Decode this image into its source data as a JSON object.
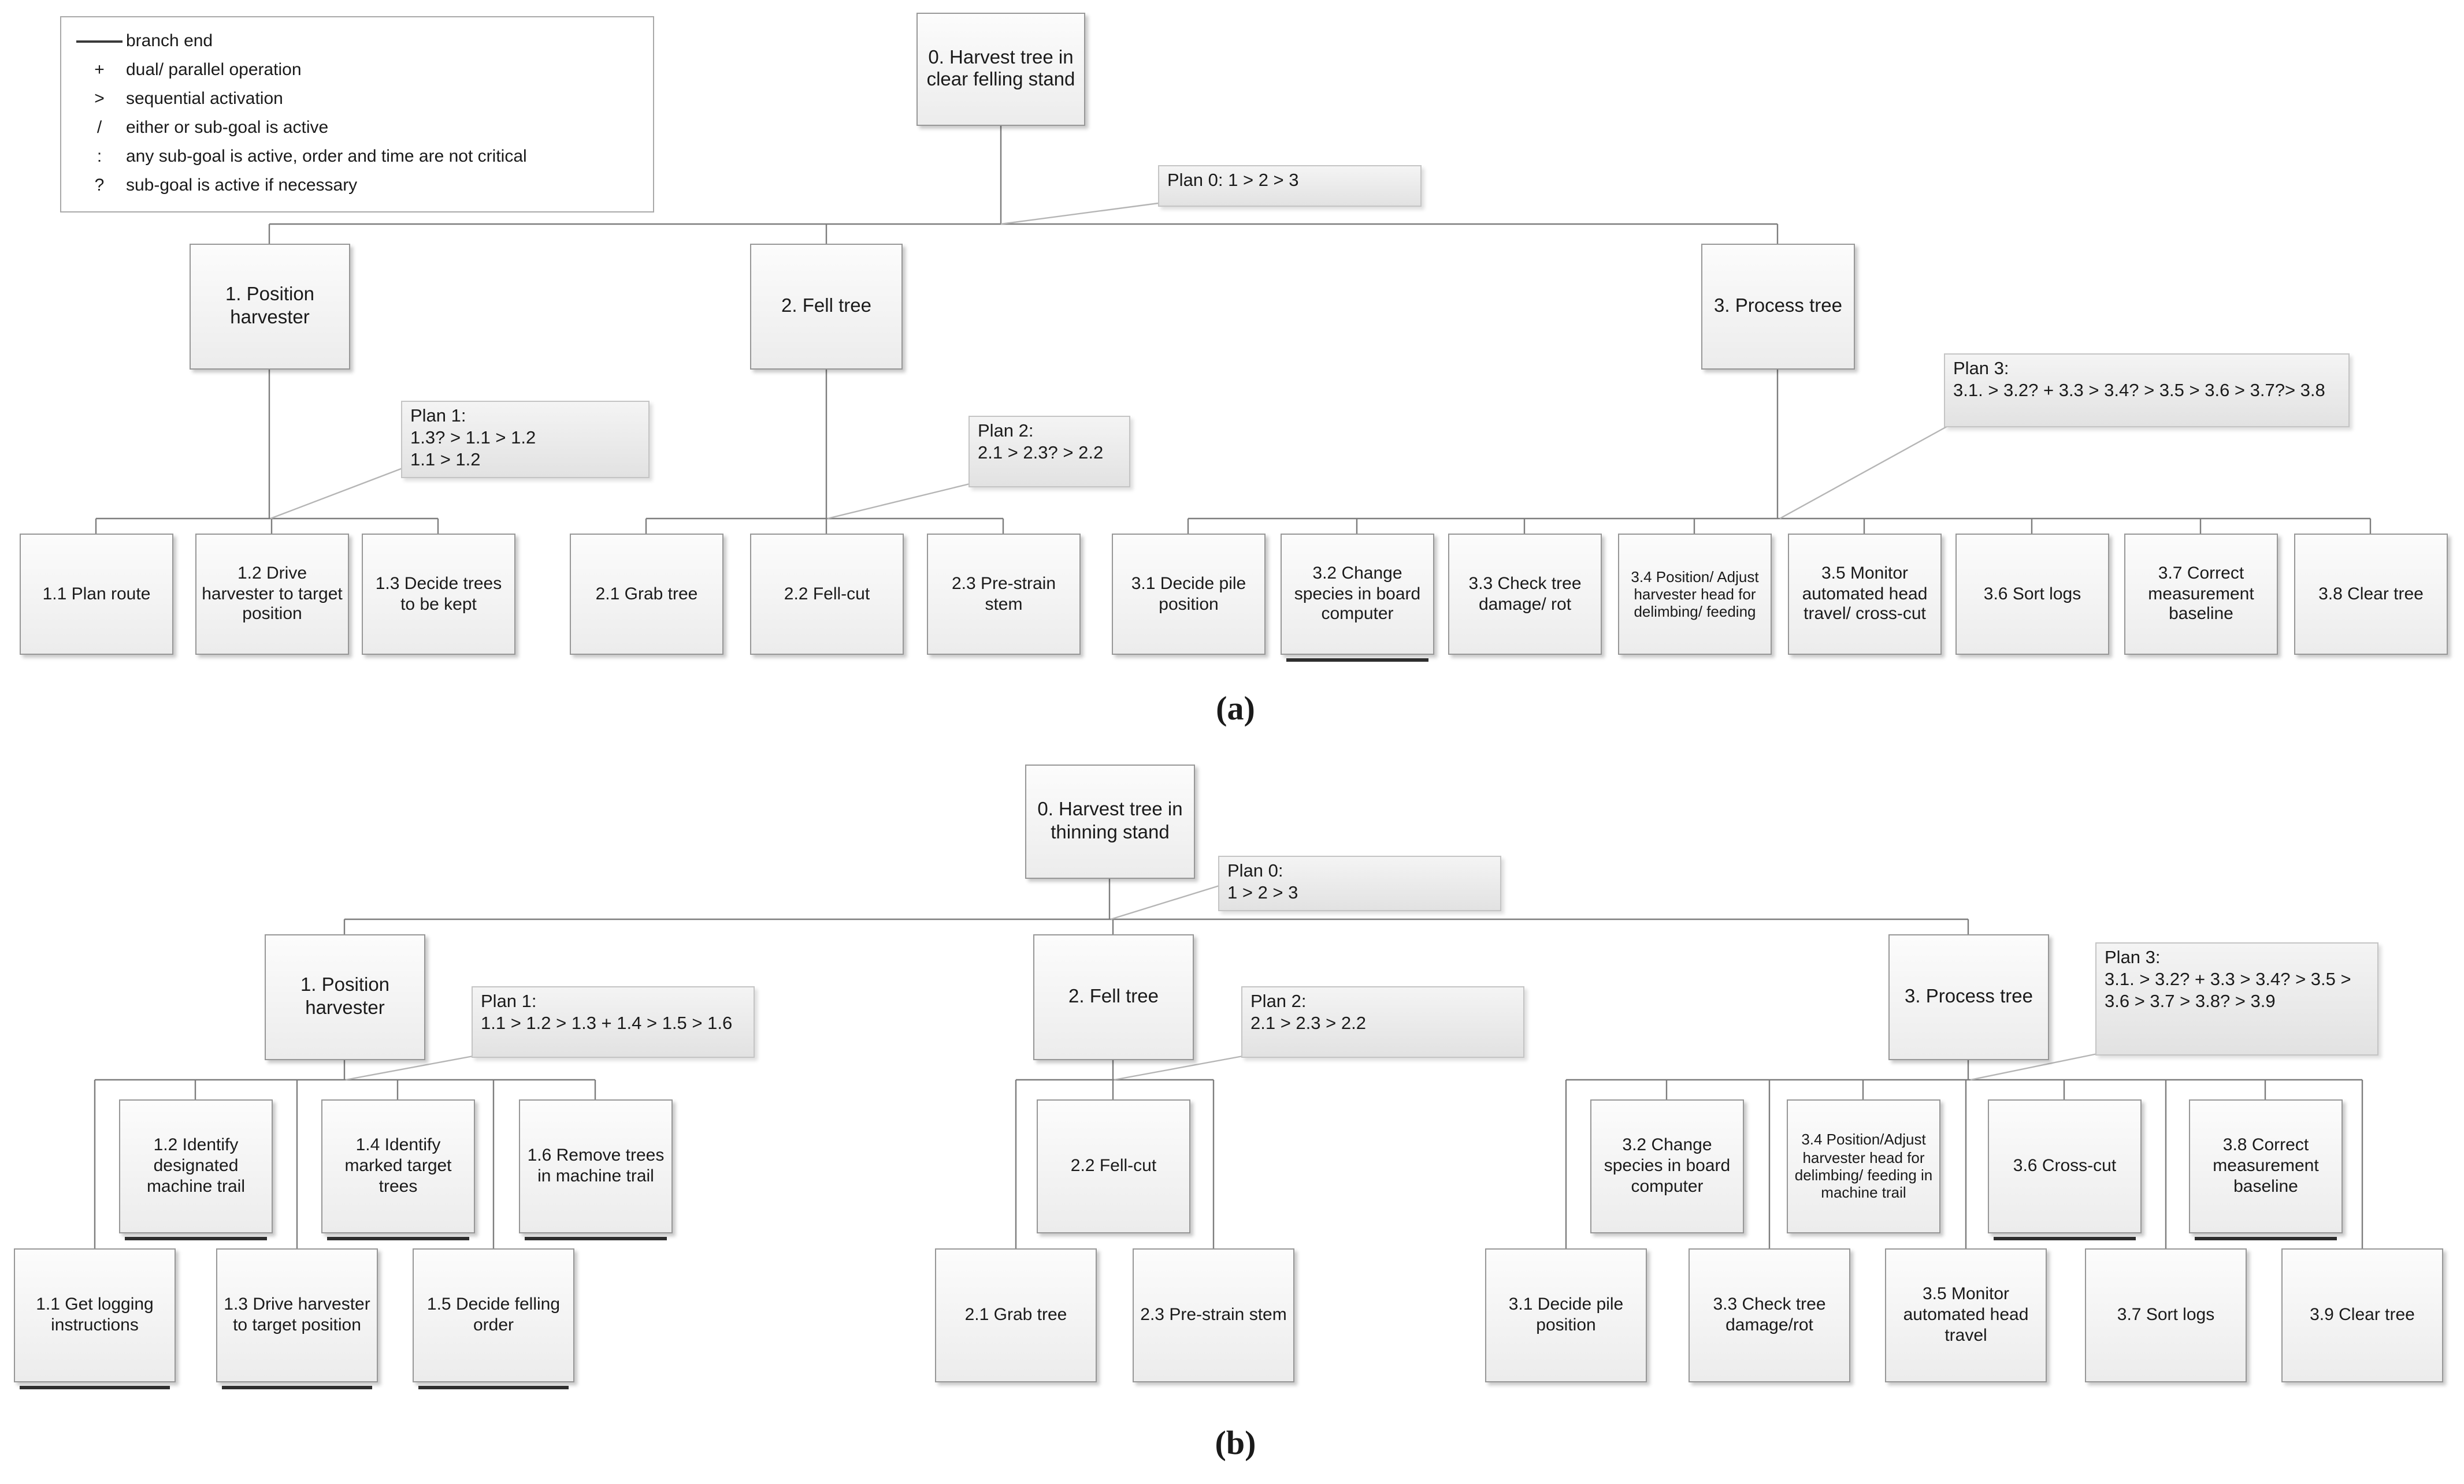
{
  "legend": {
    "items": [
      {
        "symbol": "",
        "label": "branch end"
      },
      {
        "symbol": "+",
        "label": "dual/ parallel operation"
      },
      {
        "symbol": ">",
        "label": "sequential activation"
      },
      {
        "symbol": "/",
        "label": "either or sub-goal is active"
      },
      {
        "symbol": ":",
        "label": "any sub-goal is active, order and time are not critical"
      },
      {
        "symbol": "?",
        "label": "sub-goal is active if necessary"
      }
    ]
  },
  "captions": {
    "a": "(a)",
    "b": "(b)"
  },
  "diagram_a": {
    "nodes": [
      {
        "id": "0",
        "label": "0. Harvest tree in clear felling stand"
      },
      {
        "id": "1",
        "label": "1. Position harvester"
      },
      {
        "id": "2",
        "label": "2. Fell tree"
      },
      {
        "id": "3",
        "label": "3. Process tree"
      },
      {
        "id": "1.1",
        "label": "1.1 Plan route"
      },
      {
        "id": "1.2",
        "label": "1.2 Drive harvester to target position"
      },
      {
        "id": "1.3",
        "label": "1.3 Decide trees to be kept"
      },
      {
        "id": "2.1",
        "label": "2.1 Grab tree"
      },
      {
        "id": "2.2",
        "label": "2.2 Fell-cut"
      },
      {
        "id": "2.3",
        "label": "2.3 Pre-strain stem"
      },
      {
        "id": "3.1",
        "label": "3.1 Decide pile position"
      },
      {
        "id": "3.2",
        "label": "3.2 Change species in board computer",
        "end": true
      },
      {
        "id": "3.3",
        "label": "3.3 Check tree damage/ rot"
      },
      {
        "id": "3.4",
        "label": "3.4 Position/ Adjust harvester head for delimbing/ feeding"
      },
      {
        "id": "3.5",
        "label": "3.5 Monitor automated head travel/ cross-cut"
      },
      {
        "id": "3.6",
        "label": "3.6 Sort logs"
      },
      {
        "id": "3.7",
        "label": "3.7 Correct measurement baseline"
      },
      {
        "id": "3.8",
        "label": "3.8 Clear tree"
      }
    ],
    "plans": [
      {
        "id": "0",
        "lines": [
          "Plan 0: 1 > 2 > 3"
        ]
      },
      {
        "id": "1",
        "lines": [
          "Plan 1:",
          "1.3? > 1.1 > 1.2",
          "1.1 > 1.2"
        ]
      },
      {
        "id": "2",
        "lines": [
          "Plan 2:",
          "2.1 > 2.3? > 2.2"
        ]
      },
      {
        "id": "3",
        "lines": [
          "Plan 3:",
          "3.1. > 3.2? + 3.3 > 3.4? > 3.5 > 3.6 > 3.7?> 3.8"
        ]
      }
    ]
  },
  "diagram_b": {
    "nodes": [
      {
        "id": "0",
        "label": "0. Harvest tree in thinning stand"
      },
      {
        "id": "1",
        "label": "1. Position harvester"
      },
      {
        "id": "2",
        "label": "2. Fell tree"
      },
      {
        "id": "3",
        "label": "3. Process tree"
      },
      {
        "id": "1.2",
        "label": "1.2 Identify designated machine trail",
        "end": true
      },
      {
        "id": "1.4",
        "label": "1.4 Identify marked target trees",
        "end": true
      },
      {
        "id": "1.6",
        "label": "1.6 Remove trees in machine trail",
        "end": true
      },
      {
        "id": "1.1",
        "label": "1.1 Get logging instructions",
        "end": true
      },
      {
        "id": "1.3",
        "label": "1.3 Drive harvester to target position",
        "end": true
      },
      {
        "id": "1.5",
        "label": "1.5 Decide felling order",
        "end": true
      },
      {
        "id": "2.2",
        "label": "2.2 Fell-cut"
      },
      {
        "id": "2.1",
        "label": "2.1 Grab tree"
      },
      {
        "id": "2.3",
        "label": "2.3 Pre-strain stem"
      },
      {
        "id": "3.2",
        "label": "3.2 Change species in board computer"
      },
      {
        "id": "3.4",
        "label": "3.4 Position/Adjust harvester head for delimbing/ feeding in machine trail"
      },
      {
        "id": "3.6",
        "label": "3.6 Cross-cut",
        "end": true
      },
      {
        "id": "3.8",
        "label": "3.8 Correct measurement baseline",
        "end": true
      },
      {
        "id": "3.1",
        "label": "3.1 Decide pile position"
      },
      {
        "id": "3.3",
        "label": "3.3 Check tree damage/rot"
      },
      {
        "id": "3.5",
        "label": "3.5 Monitor automated head travel"
      },
      {
        "id": "3.7",
        "label": "3.7 Sort logs"
      },
      {
        "id": "3.9",
        "label": "3.9 Clear tree"
      }
    ],
    "plans": [
      {
        "id": "0",
        "lines": [
          "Plan 0:",
          "1 > 2 > 3"
        ]
      },
      {
        "id": "1",
        "lines": [
          "Plan 1:",
          "1.1 > 1.2 > 1.3 + 1.4 > 1.5 > 1.6"
        ]
      },
      {
        "id": "2",
        "lines": [
          "Plan 2:",
          "2.1 > 2.3 > 2.2"
        ]
      },
      {
        "id": "3",
        "lines": [
          "Plan 3:",
          "3.1. > 3.2? + 3.3 > 3.4? > 3.5 > 3.6 > 3.7 > 3.8? > 3.9"
        ]
      }
    ]
  }
}
